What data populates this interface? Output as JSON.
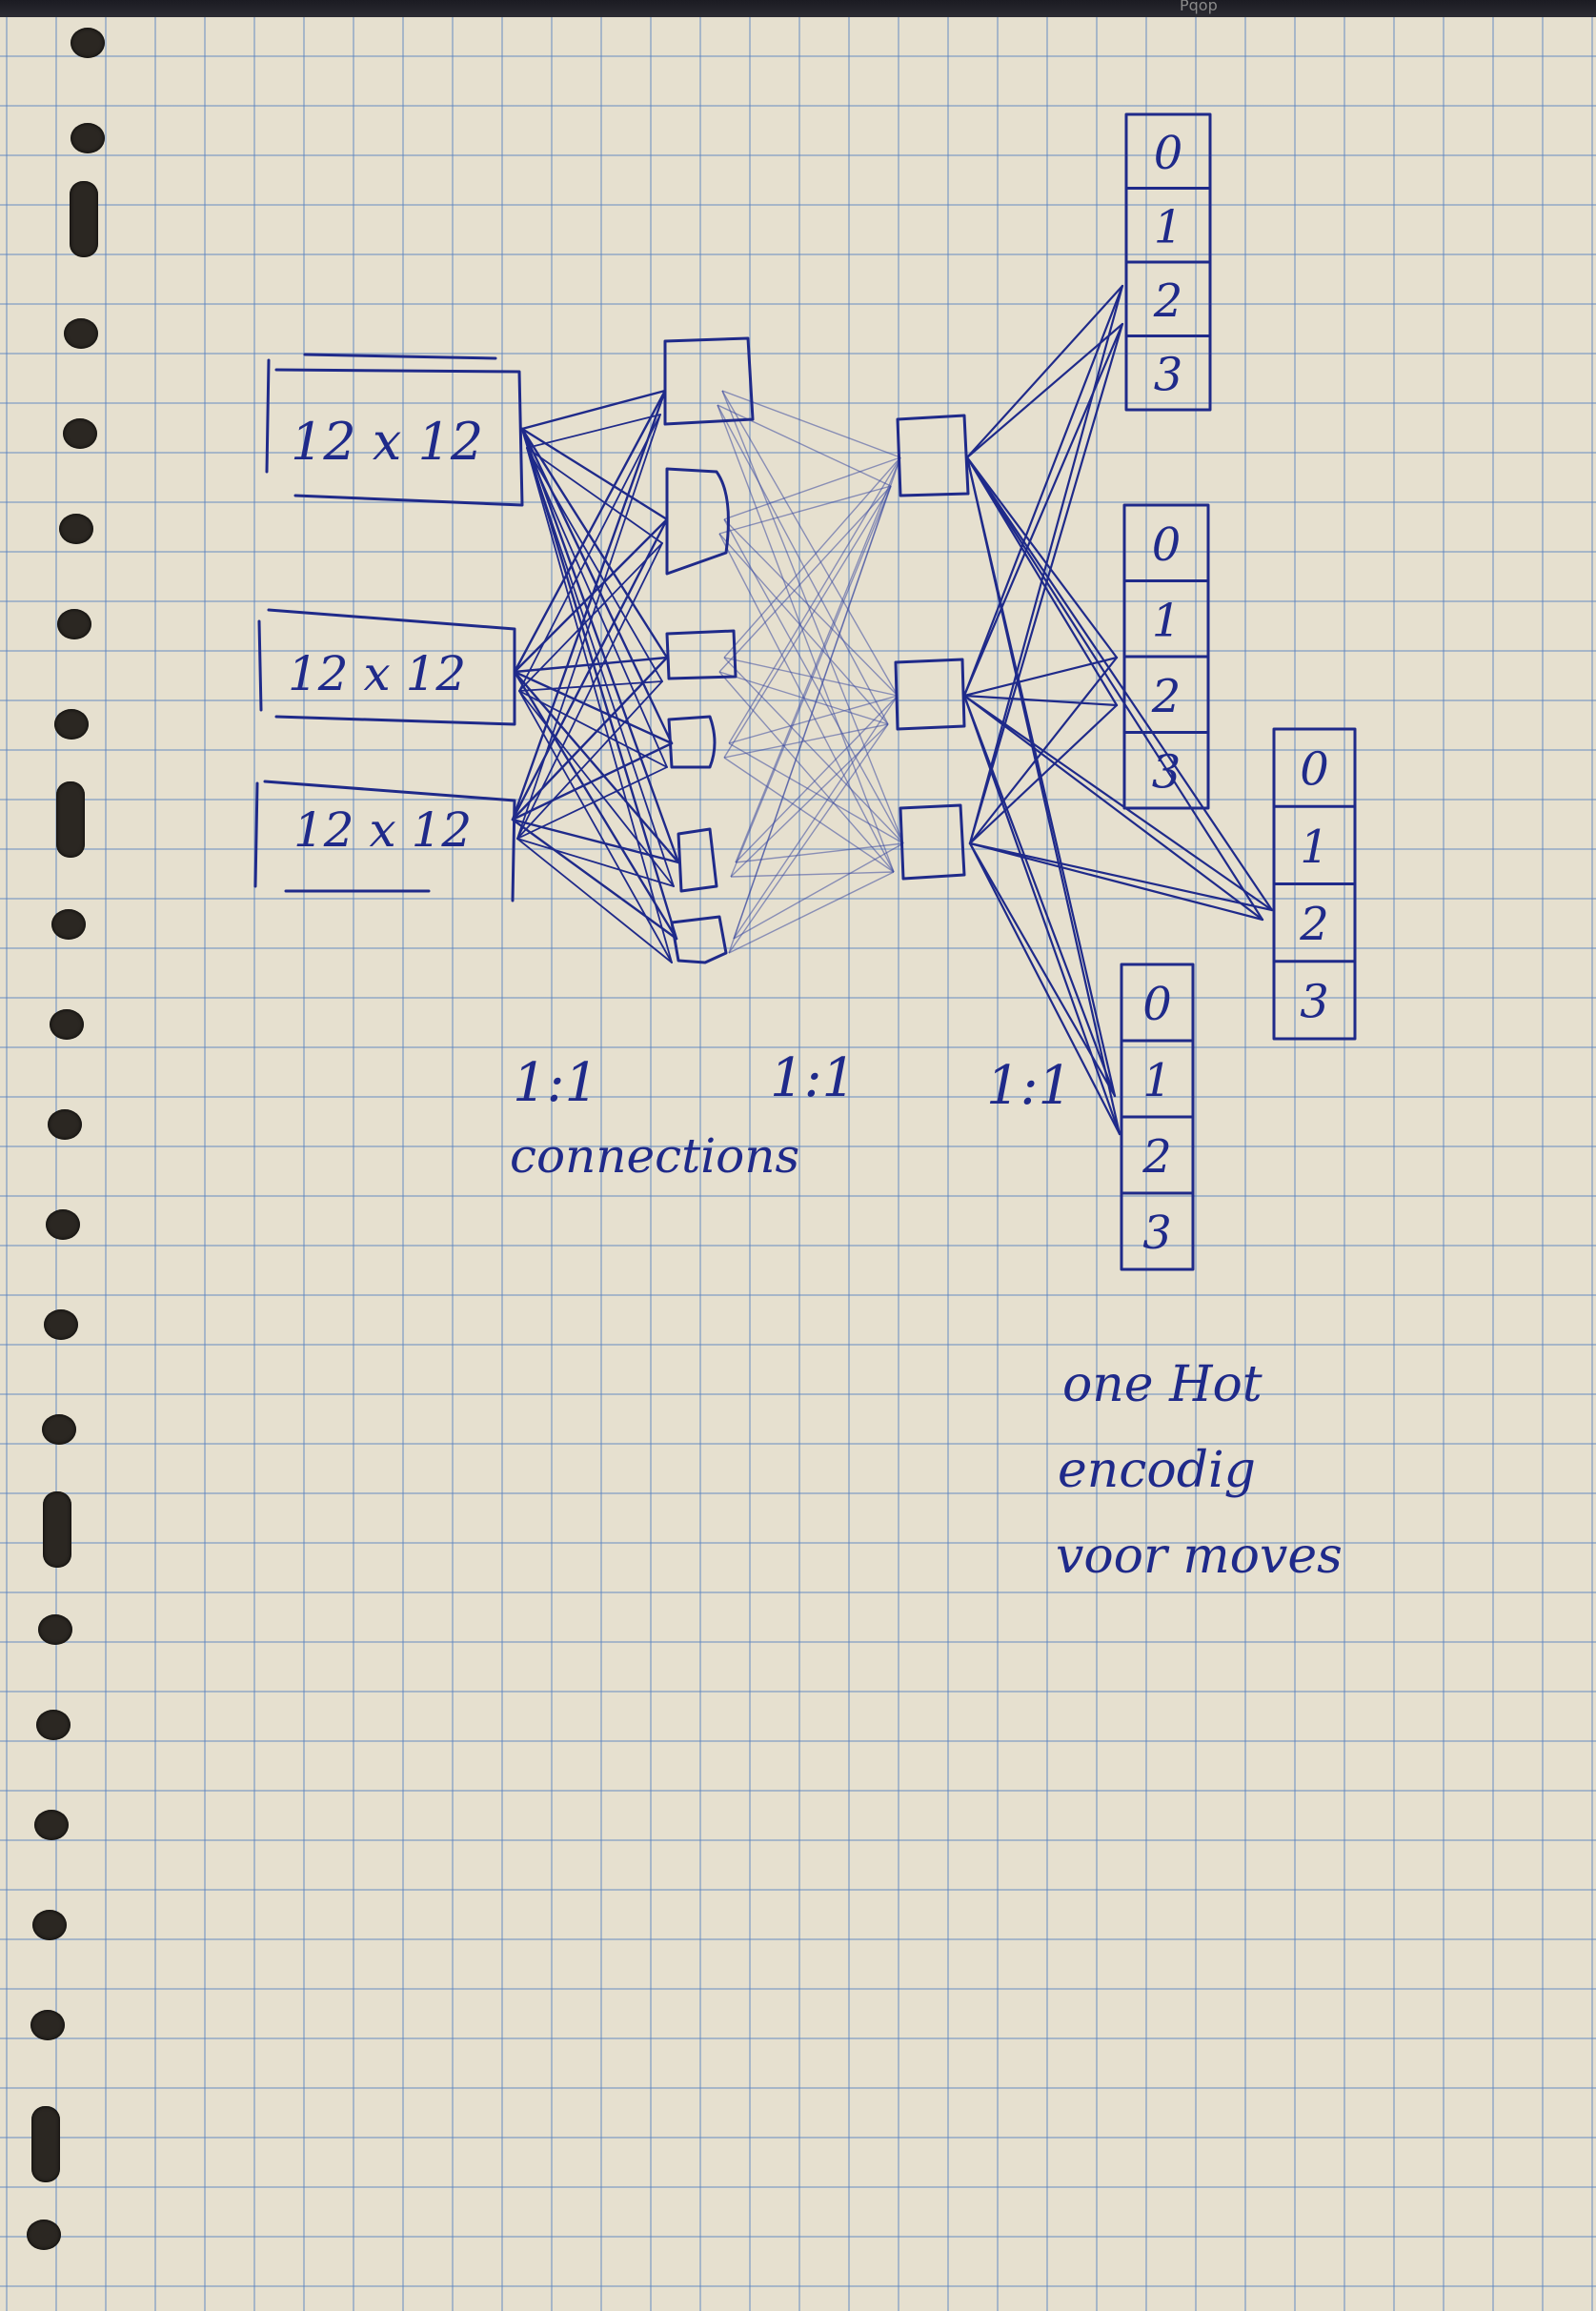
{
  "top_edge_label": "Pqop",
  "inputs": [
    {
      "label": "12 x 12"
    },
    {
      "label": "12 x 12"
    },
    {
      "label": "12 x 12"
    }
  ],
  "ratios": [
    "1:1",
    "1:1",
    "1:1"
  ],
  "connections_label": "connections",
  "one_hot": [
    {
      "cells": [
        "0",
        "1",
        "2",
        "3"
      ]
    },
    {
      "cells": [
        "0",
        "1",
        "2",
        "3"
      ]
    },
    {
      "cells": [
        "0",
        "1",
        "2",
        "3"
      ]
    },
    {
      "cells": [
        "0",
        "1",
        "2",
        "3"
      ]
    }
  ],
  "note": {
    "line1": "one Hot",
    "line2": "encodig",
    "line3": "voor moves"
  },
  "colors": {
    "ink": "#1f2a8a",
    "paper": "#e6e0cf",
    "grid": "#5a82be"
  }
}
